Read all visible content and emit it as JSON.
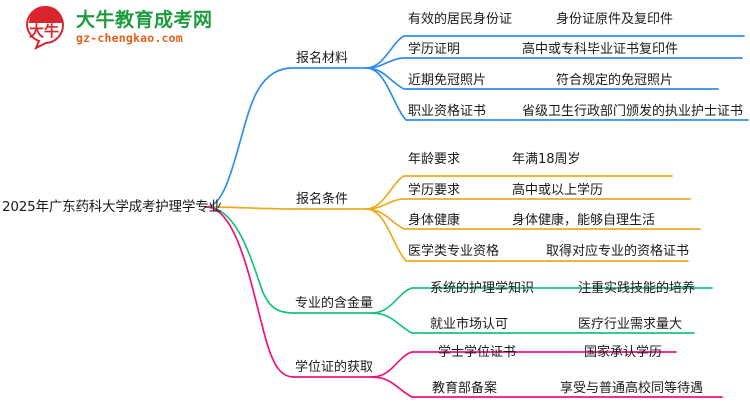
{
  "logo": {
    "mark_text": "大牛",
    "title": "大牛教育成考网",
    "subtitle": "gz-chengkao.com",
    "title_color": "#1f9b3f",
    "subtitle_color": "#e2601a",
    "mark_color": "#d9262c"
  },
  "mindmap": {
    "root": {
      "label": "2025年广东药科大学成考护理学专业"
    },
    "branches": [
      {
        "label": "报名材料",
        "color": "#2f8ded",
        "children": [
          {
            "label": "有效的居民身份证",
            "detail": "身份证原件及复印件"
          },
          {
            "label": "学历证明",
            "detail": "高中或专科毕业证书复印件"
          },
          {
            "label": "近期免冠照片",
            "detail": "符合规定的免冠照片"
          },
          {
            "label": "职业资格证书",
            "detail": "省级卫生行政部门颁发的执业护士证书"
          }
        ]
      },
      {
        "label": "报名条件",
        "color": "#edab20",
        "children": [
          {
            "label": "年龄要求",
            "detail": "年满18周岁"
          },
          {
            "label": "学历要求",
            "detail": "高中或以上学历"
          },
          {
            "label": "身体健康",
            "detail": "身体健康，能够自理生活"
          },
          {
            "label": "医学类专业资格",
            "detail": "取得对应专业的资格证书"
          }
        ]
      },
      {
        "label": "专业的含金量",
        "color": "#17c47c",
        "children": [
          {
            "label": "系统的护理学知识",
            "detail": "注重实践技能的培养"
          },
          {
            "label": "就业市场认可",
            "detail": "医疗行业需求量大"
          }
        ]
      },
      {
        "label": "学位证的获取",
        "color": "#f2137a",
        "children": [
          {
            "label": "学士学位证书",
            "detail": "国家承认学历"
          },
          {
            "label": "教育部备案",
            "detail": "享受与普通高校同等待遇"
          }
        ]
      }
    ]
  }
}
